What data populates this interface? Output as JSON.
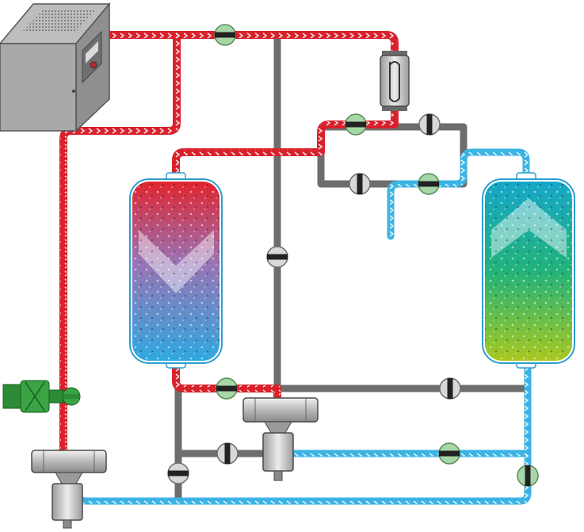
{
  "diagram": {
    "background": "#ffffff",
    "colors": {
      "hot_pipe": "#d9212c",
      "hot_pipe_edge": "#b3121c",
      "cold_pipe": "#3bb3e3",
      "cold_pipe_edge": "#2a9fd0",
      "neutral_pipe": "#6d6d6d",
      "valve_open": "#a6d7a6",
      "valve_closed": "#d8d8d8",
      "tank_regenerating_top": "#e1242e",
      "tank_regenerating_mid": "#9a73b4",
      "tank_regenerating_bottom": "#2fa8e0",
      "tank_drying_top": "#16a7c9",
      "tank_drying_mid": "#22b37a",
      "tank_drying_bottom": "#a8c81f",
      "compressor_body": "#8a8a8a",
      "pump": "#2d8a35"
    },
    "components": {
      "compressor": "compressor-unit",
      "heat_exchanger": "cooler-coil",
      "left_tower": "regenerating-desiccant-tower",
      "right_tower": "drying-desiccant-tower",
      "blower": "blower-motor",
      "filters": [
        "filter-left",
        "filter-center"
      ]
    },
    "valves": {
      "top_main": "open",
      "top_manifold_left": "open",
      "top_manifold_right": "closed",
      "lower_manifold_left": "closed",
      "lower_manifold_right": "open",
      "center_riser": "closed",
      "bottom_left_tower": "open",
      "bottom_right_gray": "closed",
      "mid_bypass": "closed",
      "left_riser": "closed",
      "cold_return": "open",
      "right_riser": "open"
    }
  }
}
